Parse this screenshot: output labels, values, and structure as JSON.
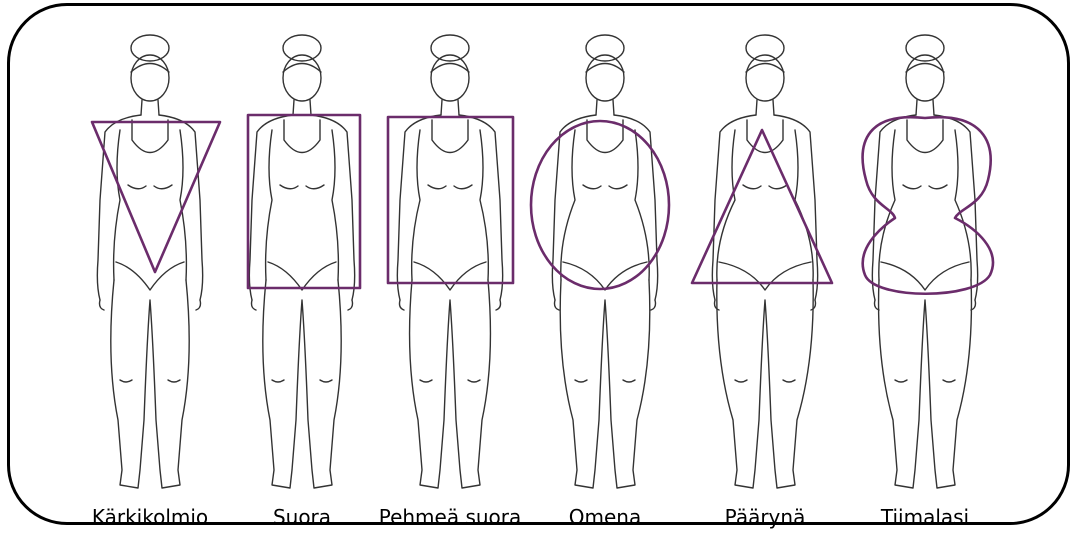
{
  "shapes": [
    {
      "id": "karkikolmio",
      "label": "Kärkikolmio",
      "outline": "inverted-triangle"
    },
    {
      "id": "suora",
      "label": "Suora",
      "outline": "rectangle"
    },
    {
      "id": "pehmea-suora",
      "label": "Pehmeä suora",
      "outline": "rectangle"
    },
    {
      "id": "omena",
      "label": "Omena",
      "outline": "circle"
    },
    {
      "id": "paaryna",
      "label": "Päärynä",
      "outline": "triangle"
    },
    {
      "id": "tiimalasi",
      "label": "Tiimalasi",
      "outline": "hourglass"
    }
  ],
  "colors": {
    "outline": "#6b2c6b",
    "figure_line": "#333333",
    "frame": "#000000"
  }
}
